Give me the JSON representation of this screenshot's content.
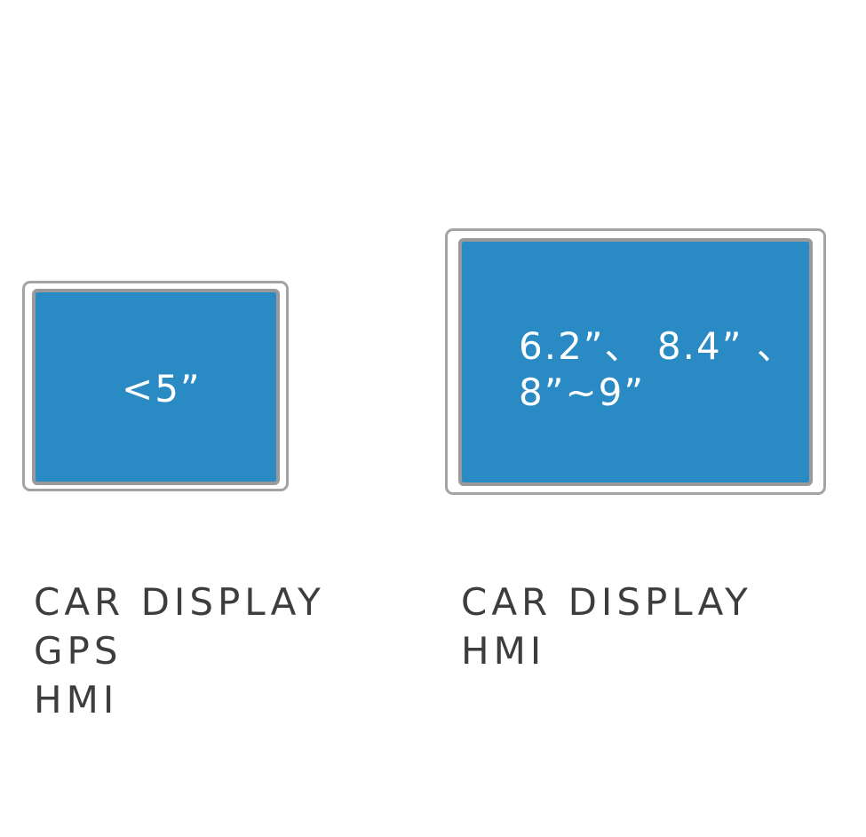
{
  "displays": [
    {
      "size_label": "<5”",
      "caption_lines": [
        "CAR DISPLAY",
        "GPS",
        "HMI"
      ]
    },
    {
      "size_label_lines": [
        "6.2”、 8.4” 、",
        "8”~9”"
      ],
      "caption_lines": [
        "CAR DISPLAY",
        "HMI"
      ]
    }
  ],
  "colors": {
    "screen": "#2a8bc4",
    "frame": "#a3a3a3",
    "caption": "#3d3d3d"
  }
}
